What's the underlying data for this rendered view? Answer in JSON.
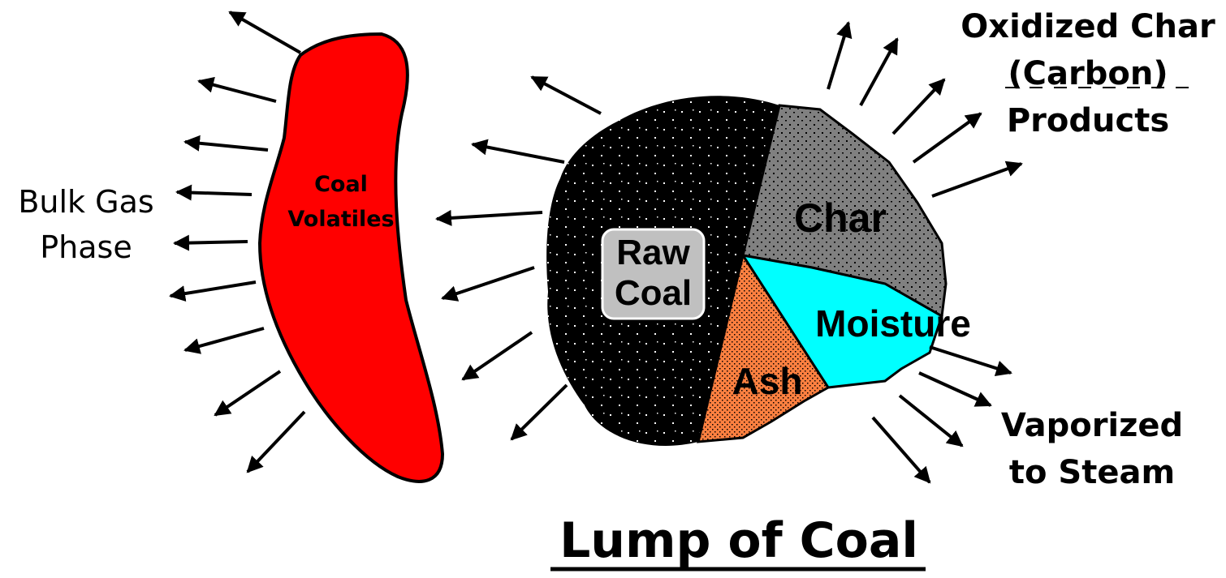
{
  "labels": {
    "bulk_gas": "Bulk Gas",
    "phase": "Phase",
    "coal": "Coal",
    "volatiles": "Volatiles",
    "raw": "Raw",
    "raw_coal": "Coal",
    "char": "Char",
    "moisture": "Moisture",
    "ash": "Ash",
    "oxidized_char": "Oxidized Char",
    "carbon": "(Carbon)",
    "products": "Products",
    "vaporized": "Vaporized",
    "to_steam": "to Steam",
    "title": "Lump of Coal"
  },
  "colors": {
    "volatiles_fill": "#ff0000",
    "raw_coal_fill": "#000000",
    "char_fill": "#808080",
    "moisture_fill": "#00ffff",
    "ash_fill": "#ff8040",
    "raw_label_box": "#c0c0c0",
    "arrow": "#000000"
  },
  "icons": [
    "arrow-icon"
  ]
}
